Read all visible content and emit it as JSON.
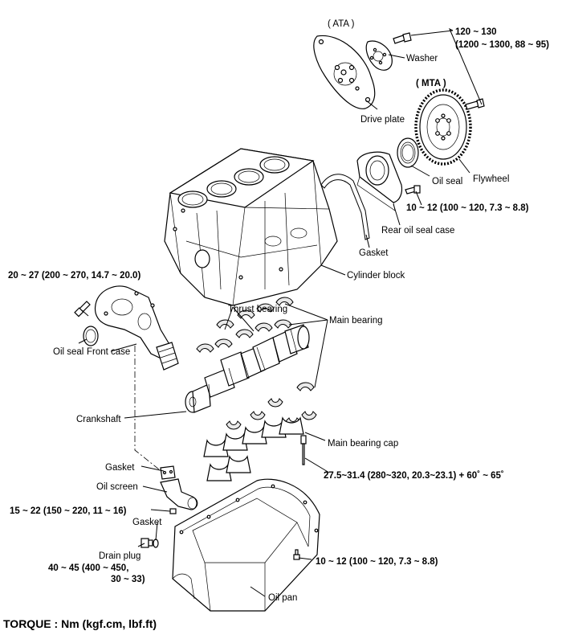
{
  "labels": {
    "ata": "( ATA )",
    "mta": "( MTA )",
    "washer": "Washer",
    "drive_plate": "Drive plate",
    "oil_seal_rear": "Oil seal",
    "flywheel": "Flywheel",
    "gasket_rear": "Gasket",
    "rear_oil_seal_case": "Rear oil seal case",
    "cylinder_block": "Cylinder block",
    "thrust_bearing": "Thrust bearing",
    "main_bearing": "Main bearing",
    "oil_seal_front": "Oil seal",
    "front_case": "Front case",
    "crankshaft": "Crankshaft",
    "main_bearing_cap": "Main bearing cap",
    "gasket_screen": "Gasket",
    "oil_screen": "Oil screen",
    "gasket_drain": "Gasket",
    "drain_plug": "Drain plug",
    "oil_pan": "Oil pan"
  },
  "torques": {
    "flywheel_bolt_1": "120 ~ 130",
    "flywheel_bolt_2": "(1200 ~ 1300, 88 ~ 95)",
    "rear_case_bolt": "10 ~ 12 (100 ~ 120, 7.3 ~ 8.8)",
    "front_case_bolt": "20 ~ 27 (200 ~ 270, 14.7 ~ 20.0)",
    "bearing_cap_bolt": "27.5~31.4 (280~320, 20.3~23.1) + 60˚ ~ 65˚",
    "oil_screen_bolt": "15 ~ 22 (150 ~ 220, 11 ~ 16)",
    "drain_plug_1": "40 ~ 45 (400 ~ 450,",
    "drain_plug_2": "30 ~ 33)",
    "oil_pan_bolt": "10 ~ 12 (100 ~ 120, 7.3 ~ 8.8)"
  },
  "legend": "TORQUE : Nm (kgf.cm, lbf.ft)"
}
